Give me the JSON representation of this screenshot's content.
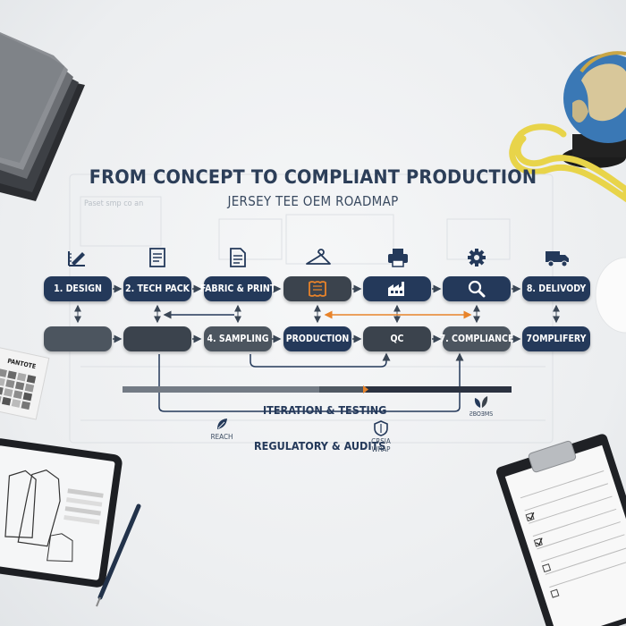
{
  "header": {
    "title": "FROM CONCEPT TO COMPLIANT PRODUCTION",
    "subtitle": "JERSEY TEE OEM ROADMAP",
    "faint_note": "Paset smp co an"
  },
  "top_row": [
    {
      "label": "1. DESIGN",
      "icon": "ruler-pencil-icon"
    },
    {
      "label": "2. TECH PACK",
      "icon": "document-icon"
    },
    {
      "label": "FABRIC & PRINT",
      "icon": "document-icon"
    },
    {
      "label": "",
      "icon": "hanger-icon",
      "inner_icon": "fabric-swatch-icon"
    },
    {
      "label": "",
      "icon": "printer-icon",
      "inner_icon": "factory-icon"
    },
    {
      "label": "",
      "icon": "gear-icon",
      "inner_icon": "magnifier-icon"
    },
    {
      "label": "8. DELIVODY",
      "icon": "truck-icon"
    }
  ],
  "bottom_row": [
    {
      "label": ""
    },
    {
      "label": ""
    },
    {
      "label": "4. SAMPLING"
    },
    {
      "label": "PRODUCTION"
    },
    {
      "label": "QC"
    },
    {
      "label": "7. COMPLIANCE"
    },
    {
      "label": "7OMPLIFERY"
    }
  ],
  "labels": {
    "iteration": "ITERATION & TESTING",
    "regulatory": "REGULATORY & AUDITS",
    "reach": "REACH",
    "crsia_wrap": "CRSIA WRAP",
    "right_badge": "ƧBOƎMS"
  },
  "desk": {
    "swatch_brand": "PANTOTE"
  },
  "colors": {
    "navy": "#24395a",
    "dark": "#3b434d",
    "accent_orange": "#e8832a"
  }
}
